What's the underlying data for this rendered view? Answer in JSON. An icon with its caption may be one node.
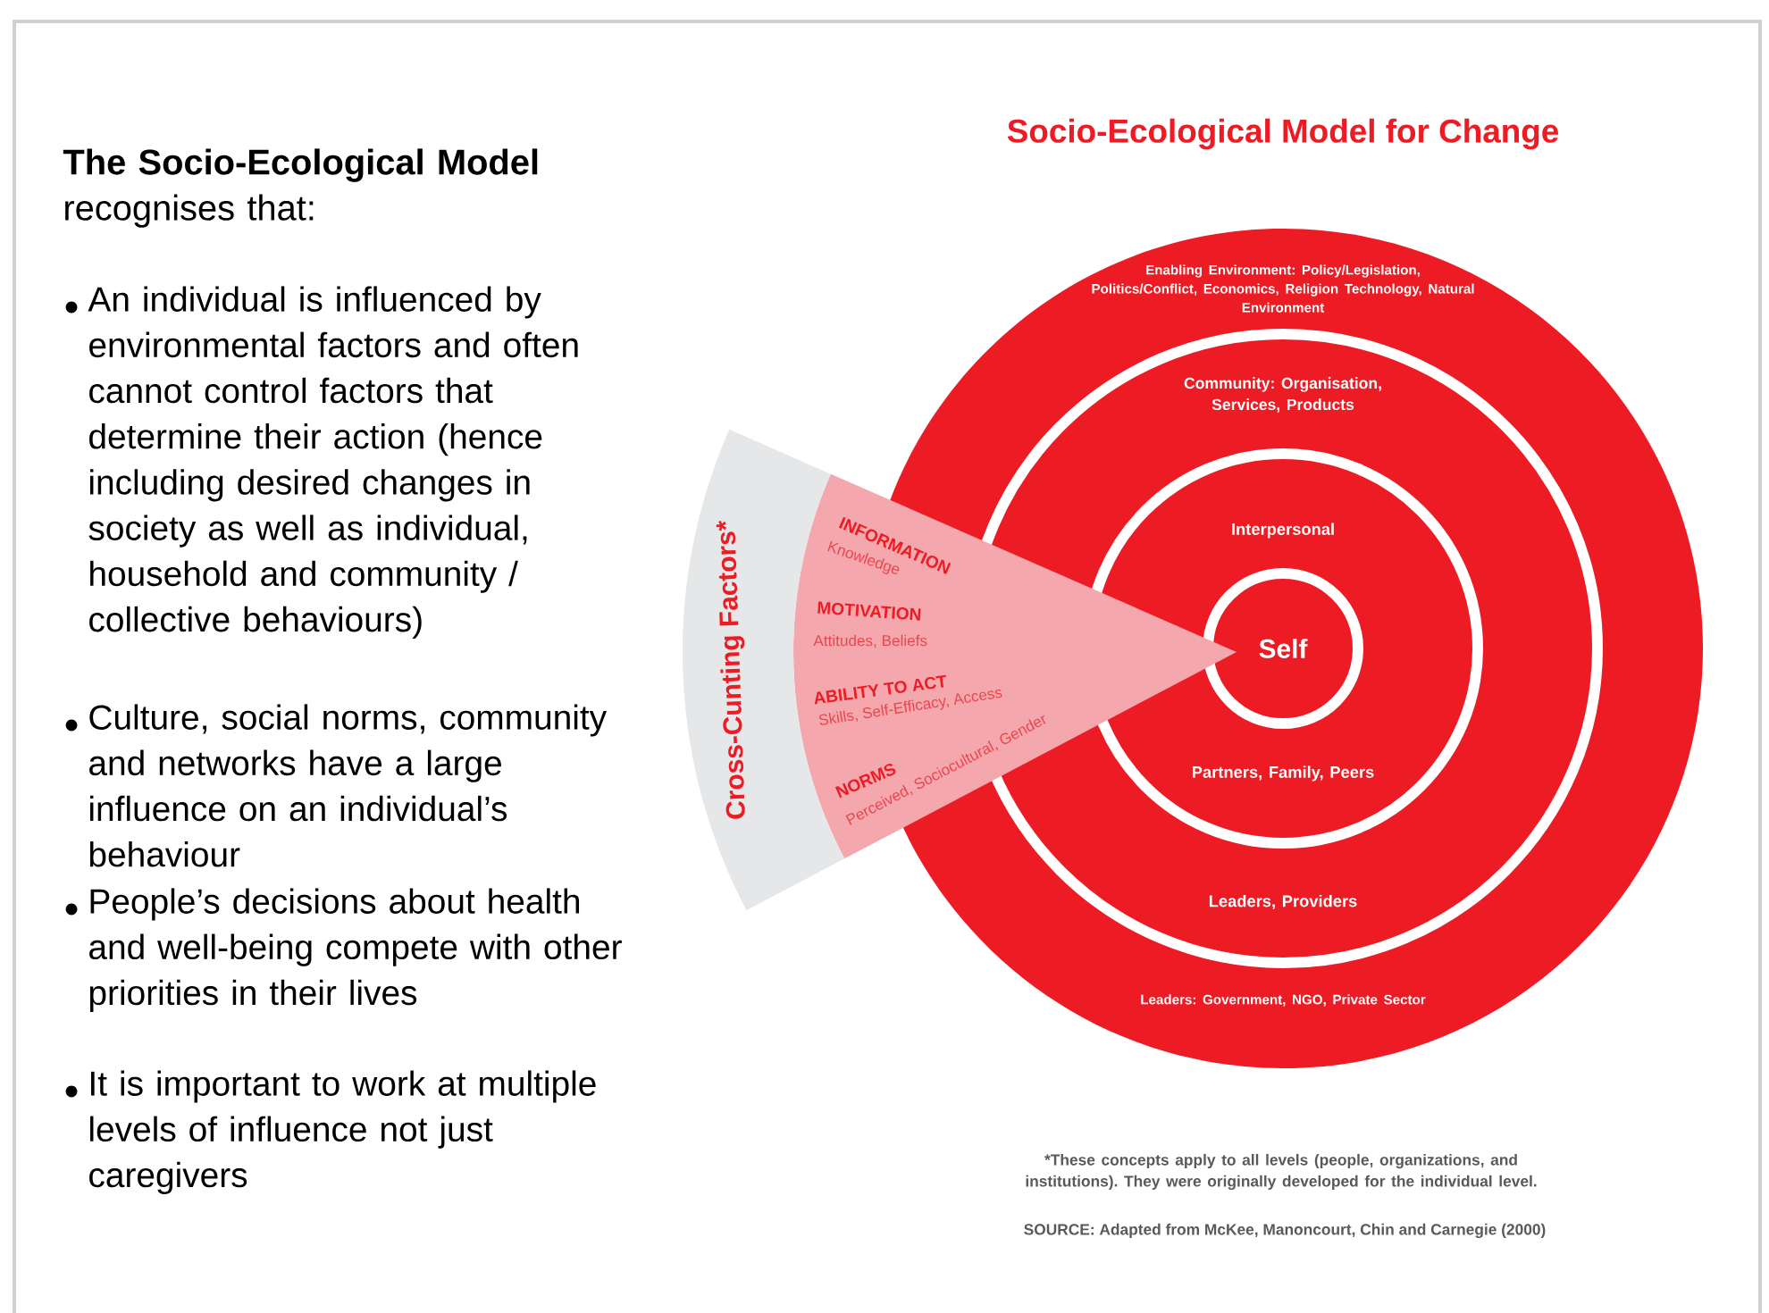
{
  "diagram": {
    "title": "Socio-Ecological Model for Change",
    "nodes": [
      {
        "text": [
          "Cross-Cunting Factors*"
        ]
      },
      {
        "text": [
          "INFORMATION",
          "Knowledge",
          "MOTIVATION",
          "Attitudes, Beliefs",
          "ABILITY TO ACT",
          "Skills, Self-Efficacy, Access",
          "NORMS",
          "Perceived, Sociocultural, Gender"
        ]
      },
      {
        "text": [
          "Enabling Environment: Policy/Legislation, Politics/Conflict, Economics, Religion Technology, Natural Environment",
          "Leaders: Government, NGO, Private Sector"
        ]
      },
      {
        "text": [
          "Community: Organisation, Services, Products",
          "Leaders, Providers"
        ],
        "in": 2
      },
      {
        "text": [
          "Interpersonal",
          "Partners, Family, Peers"
        ],
        "in": 3
      },
      {
        "text": [
          "Self"
        ],
        "in": 4
      }
    ],
    "labels": [
      "**The Socio-Ecological Model** recognises that:",
      "An individual is influenced by environmental factors and often cannot control factors that determine their action (hence including desired changes in society as well as individual, household and community / collective behaviours)",
      "Culture, social norms, community and networks have a large influence on an individual’s behaviour",
      "People’s decisions about health and well-being compete with other priorities in their lives",
      "It is important to work at multiple levels of influence not just caregivers",
      "*These concepts apply to all levels (people, organizations, and institutions). They were originally developed for the individual level.",
      "SOURCE: Adapted from McKee, Manoncourt, Chin and Carnegie (2000)"
    ]
  }
}
